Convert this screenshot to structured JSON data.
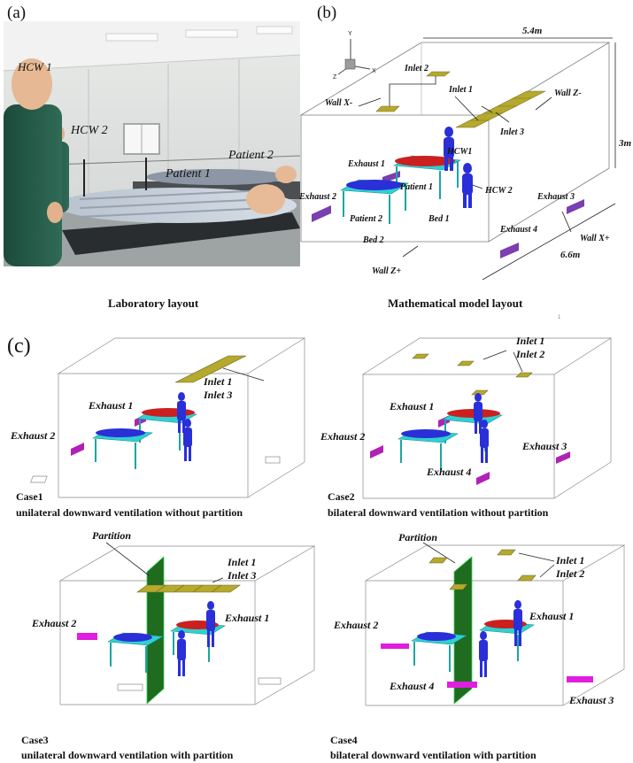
{
  "panels": {
    "a": "(a)",
    "b": "(b)",
    "c": "(c)"
  },
  "captions": {
    "lab_layout": "Laboratory layout",
    "math_layout": "Mathematical model layout"
  },
  "photo": {
    "hcw1": "HCW 1",
    "hcw2": "HCW 2",
    "patient1": "Patient 1",
    "patient2": "Patient 2"
  },
  "model": {
    "dim_width": "5.4m",
    "dim_height": "3m",
    "dim_depth": "6.6m",
    "axis_y": "Y",
    "axis_x": "X",
    "axis_z": "Z",
    "inlet1": "Inlet 1",
    "inlet2": "Inlet 2",
    "inlet3": "Inlet 3",
    "wall_xminus": "Wall X-",
    "wall_zminus": "Wall Z-",
    "wall_xplus": "Wall X+",
    "wall_zplus": "Wall Z+",
    "exhaust1": "Exhaust 1",
    "exhaust2": "Exhaust 2",
    "exhaust3": "Exhaust 3",
    "exhaust4": "Exhaust 4",
    "hcw1": "HCW1",
    "hcw2": "HCW 2",
    "patient1": "Patient 1",
    "patient2": "Patient 2",
    "bed1": "Bed 1",
    "bed2": "Bed 2",
    "page_mark": "1"
  },
  "cases": {
    "case1": {
      "title": "Case1",
      "desc": "unilateral downward ventilation without partition",
      "inlet_a": "Inlet 1",
      "inlet_b": "Inlet 3",
      "exhaust1": "Exhaust 1",
      "exhaust2": "Exhaust 2"
    },
    "case2": {
      "title": "Case2",
      "desc": "bilateral downward ventilation without partition",
      "inlet_a": "Inlet 1",
      "inlet_b": "Inlet 2",
      "exhaust1": "Exhaust 1",
      "exhaust2": "Exhaust 2",
      "exhaust3": "Exhaust 3",
      "exhaust4": "Exhaust 4"
    },
    "case3": {
      "title": "Case3",
      "desc": "unilateral downward ventilation with partition",
      "partition": "Partition",
      "inlet_a": "Inlet 1",
      "inlet_b": "Inlet 3",
      "exhaust1": "Exhaust 1",
      "exhaust2": "Exhaust 2"
    },
    "case4": {
      "title": "Case4",
      "desc": "bilateral downward ventilation with partition",
      "partition": "Partition",
      "inlet_a": "Inlet 1",
      "inlet_b": "Inlet 2",
      "exhaust1": "Exhaust 1",
      "exhaust2": "Exhaust 2",
      "exhaust3": "Exhaust 3",
      "exhaust4": "Exhaust 4"
    }
  },
  "colors": {
    "inlet": "#b5a92e",
    "exhaust_dark": "#7a3fb0",
    "exhaust_bright": "#e01ee0",
    "bed": "#2fd0d0",
    "mannequin_blue": "#2a2fd8",
    "mannequin_red": "#cc1f1f",
    "partition": "#1f6b1f"
  }
}
